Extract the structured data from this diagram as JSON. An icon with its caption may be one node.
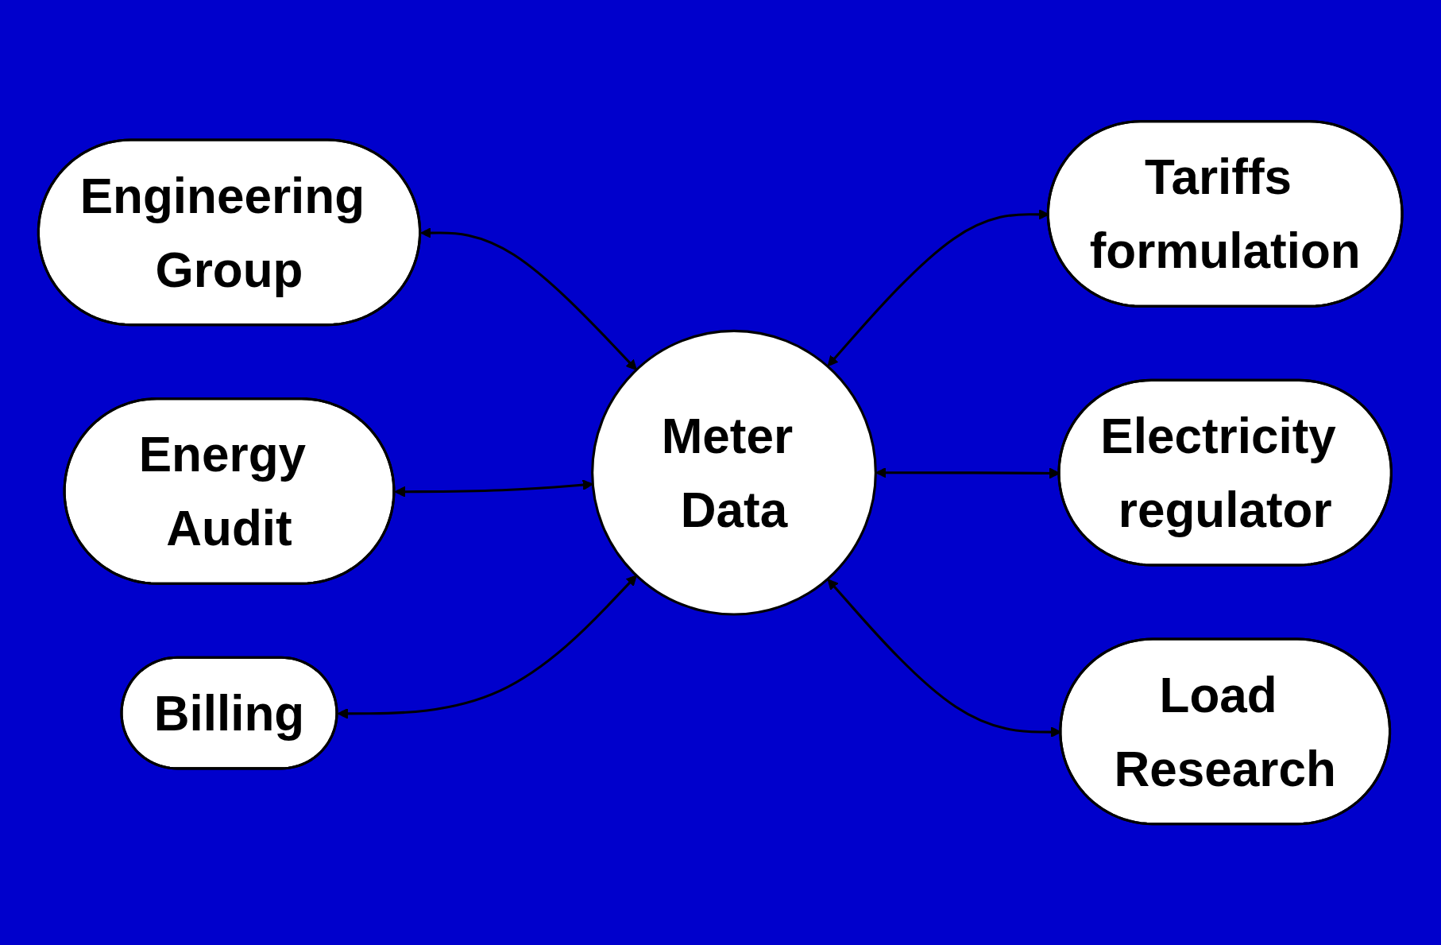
{
  "diagram": {
    "nodes": [
      {
        "text": [
          "Engineering Group"
        ]
      },
      {
        "text": [
          "Tariffs formulation"
        ]
      },
      {
        "text": [
          "Energy Audit"
        ]
      },
      {
        "text": [
          "Meter Data"
        ]
      },
      {
        "text": [
          "Electricity regulator"
        ]
      },
      {
        "text": [
          "Billing"
        ]
      },
      {
        "text": [
          "Load Research"
        ]
      }
    ],
    "edges": [
      {
        "from": 0,
        "to": 3,
        "arrow": "both"
      },
      {
        "from": 3,
        "to": 1,
        "arrow": "both"
      },
      {
        "from": 2,
        "to": 3,
        "arrow": "both"
      },
      {
        "from": 3,
        "to": 4,
        "arrow": "both"
      },
      {
        "from": 5,
        "to": 3,
        "arrow": "both"
      },
      {
        "from": 3,
        "to": 6,
        "arrow": "both"
      }
    ]
  }
}
